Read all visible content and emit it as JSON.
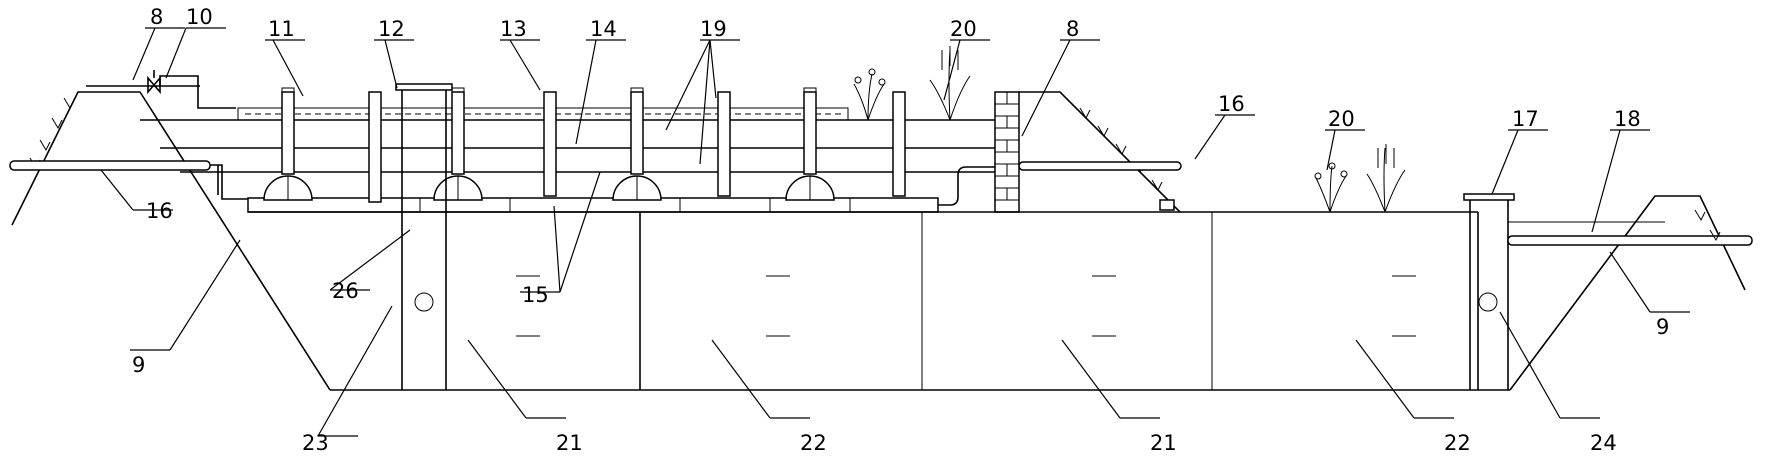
{
  "callouts": [
    {
      "id": "c8a",
      "text": "8"
    },
    {
      "id": "c10",
      "text": "10"
    },
    {
      "id": "c11",
      "text": "11"
    },
    {
      "id": "c12",
      "text": "12"
    },
    {
      "id": "c13",
      "text": "13"
    },
    {
      "id": "c14",
      "text": "14"
    },
    {
      "id": "c19",
      "text": "19"
    },
    {
      "id": "c20a",
      "text": "20"
    },
    {
      "id": "c8b",
      "text": "8"
    },
    {
      "id": "c16a",
      "text": "16"
    },
    {
      "id": "c16b",
      "text": "16"
    },
    {
      "id": "c20b",
      "text": "20"
    },
    {
      "id": "c17",
      "text": "17"
    },
    {
      "id": "c18",
      "text": "18"
    },
    {
      "id": "c26",
      "text": "26"
    },
    {
      "id": "c15",
      "text": "15"
    },
    {
      "id": "c9a",
      "text": "9"
    },
    {
      "id": "c9b",
      "text": "9"
    },
    {
      "id": "c23",
      "text": "23"
    },
    {
      "id": "c21a",
      "text": "21"
    },
    {
      "id": "c22a",
      "text": "22"
    },
    {
      "id": "c21b",
      "text": "21"
    },
    {
      "id": "c22b",
      "text": "22"
    },
    {
      "id": "c24",
      "text": "24"
    }
  ]
}
